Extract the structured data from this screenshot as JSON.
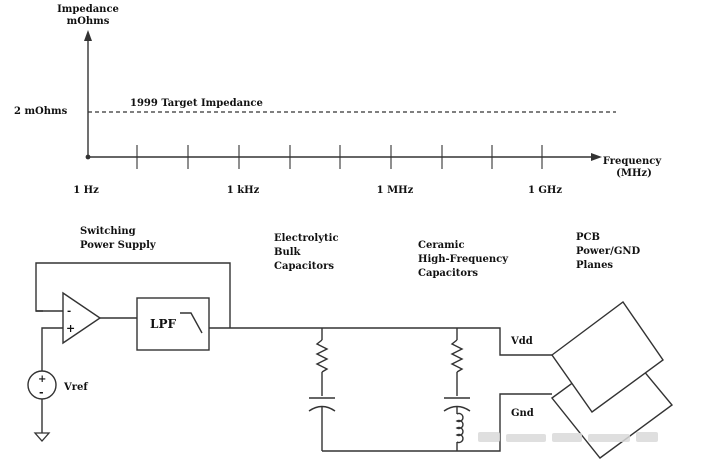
{
  "graph": {
    "y_axis_label_line1": "Impedance",
    "y_axis_label_line2": "mOhms",
    "y_tick_label": "2  mOhms",
    "target_line_label": "1999  Target Impedance",
    "x_axis_label_line1": "Frequency",
    "x_axis_label_line2": "(MHz)",
    "x_tick_labels": [
      "1 Hz",
      "1 kHz",
      "1 MHz",
      "1 GHz"
    ]
  },
  "circuit": {
    "switching_supply_line1": "Switching",
    "switching_supply_line2": "Power Supply",
    "electrolytic_line1": "Electrolytic",
    "electrolytic_line2": "Bulk",
    "electrolytic_line3": "Capacitors",
    "ceramic_line1": "Ceramic",
    "ceramic_line2": "High-Frequency",
    "ceramic_line3": "Capacitors",
    "pcb_line1": "PCB",
    "pcb_line2": "Power/GND",
    "pcb_line3": "Planes",
    "lpf_label": "LPF",
    "vref_label": "Vref",
    "vdd_label": "Vdd",
    "gnd_label": "Gnd",
    "opamp_minus": "-",
    "opamp_plus": "+",
    "source_plus": "+",
    "source_minus": "-"
  }
}
